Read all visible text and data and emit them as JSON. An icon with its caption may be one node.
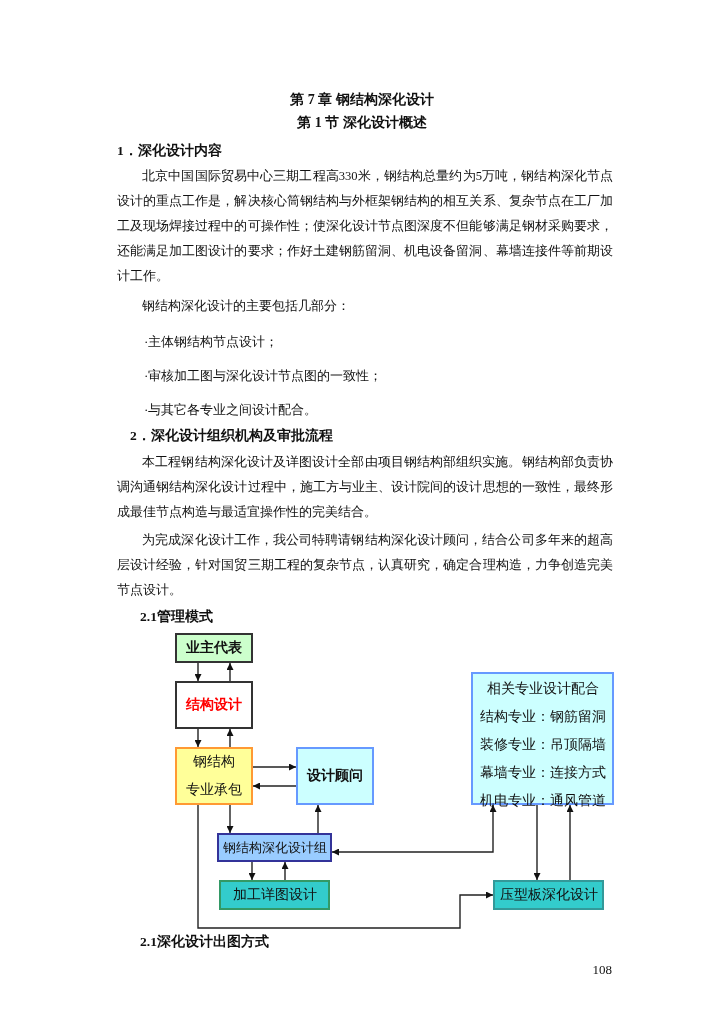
{
  "diagram": {
    "title": "第 7 章 钢结构深化设计",
    "nodes": [
      {
        "text": [
          "业主代表"
        ]
      },
      {
        "text": [
          "结构设计"
        ]
      },
      {
        "text": [
          "钢结构",
          "专业承包"
        ]
      },
      {
        "text": [
          "设计顾问"
        ]
      },
      {
        "text": [
          "相关专业设计配合",
          "结构专业：钢筋留洞",
          "装修专业：吊顶隔墙",
          "幕墙专业：连接方式",
          "机电专业：通风管道"
        ]
      },
      {
        "text": [
          "钢结构深化设计组"
        ]
      },
      {
        "text": [
          "加工详图设计"
        ]
      },
      {
        "text": [
          "压型板深化设计"
        ]
      }
    ],
    "edges": [
      {
        "from": 0,
        "to": 1,
        "arrow": "to"
      },
      {
        "from": 1,
        "to": 0,
        "arrow": "to"
      },
      {
        "from": 1,
        "to": 2,
        "arrow": "to"
      },
      {
        "from": 2,
        "to": 1,
        "arrow": "to"
      },
      {
        "from": 2,
        "to": 3,
        "arrow": "to"
      },
      {
        "from": 3,
        "to": 2,
        "arrow": "to"
      },
      {
        "from": 2,
        "to": 5,
        "arrow": "to"
      },
      {
        "from": 5,
        "to": 3,
        "arrow": "to"
      },
      {
        "from": 5,
        "to": 6,
        "arrow": "to"
      },
      {
        "from": 6,
        "to": 5,
        "arrow": "to"
      },
      {
        "from": 5,
        "to": 4,
        "arrow": "both"
      },
      {
        "from": 4,
        "to": 7,
        "arrow": "to"
      },
      {
        "from": 7,
        "to": 4,
        "arrow": "to"
      },
      {
        "from": 2,
        "to": 7,
        "arrow": "to"
      }
    ],
    "labels": [
      "第 1 节 深化设计概述",
      "1．深化设计内容",
      "北京中国国际贸易中心三期工程高330米，钢结构总量约为5万吨，钢结构深化节点设计的重点工作是，解决核心筒钢结构与外框架钢结构的相互关系、复杂节点在工厂加工及现场焊接过程中的可操作性；使深化设计节点图深度不但能够满足钢材采购要求，还能满足加工图设计的要求；作好土建钢筋留洞、机电设备留洞、幕墙连接件等前期设计工作。",
      "钢结构深化设计的主要包括几部分：",
      "·主体钢结构节点设计；",
      "·审核加工图与深化设计节点图的一致性；",
      "·与其它各专业之间设计配合。",
      "2．深化设计组织机构及审批流程",
      "本工程钢结构深化设计及详图设计全部由项目钢结构部组织实施。钢结构部负责协调沟通钢结构深化设计过程中，施工方与业主、设计院间的设计思想的一致性，最终形成最佳节点构造与最适宜操作性的完美结合。",
      "为完成深化设计工作，我公司特聘请钢结构深化设计顾问，结合公司多年来的超高层设计经验，针对国贸三期工程的复杂节点，认真研究，确定合理构造，力争创造完美节点设计。",
      "2.1管理模式",
      "2.1深化设计出图方式",
      "108"
    ]
  }
}
